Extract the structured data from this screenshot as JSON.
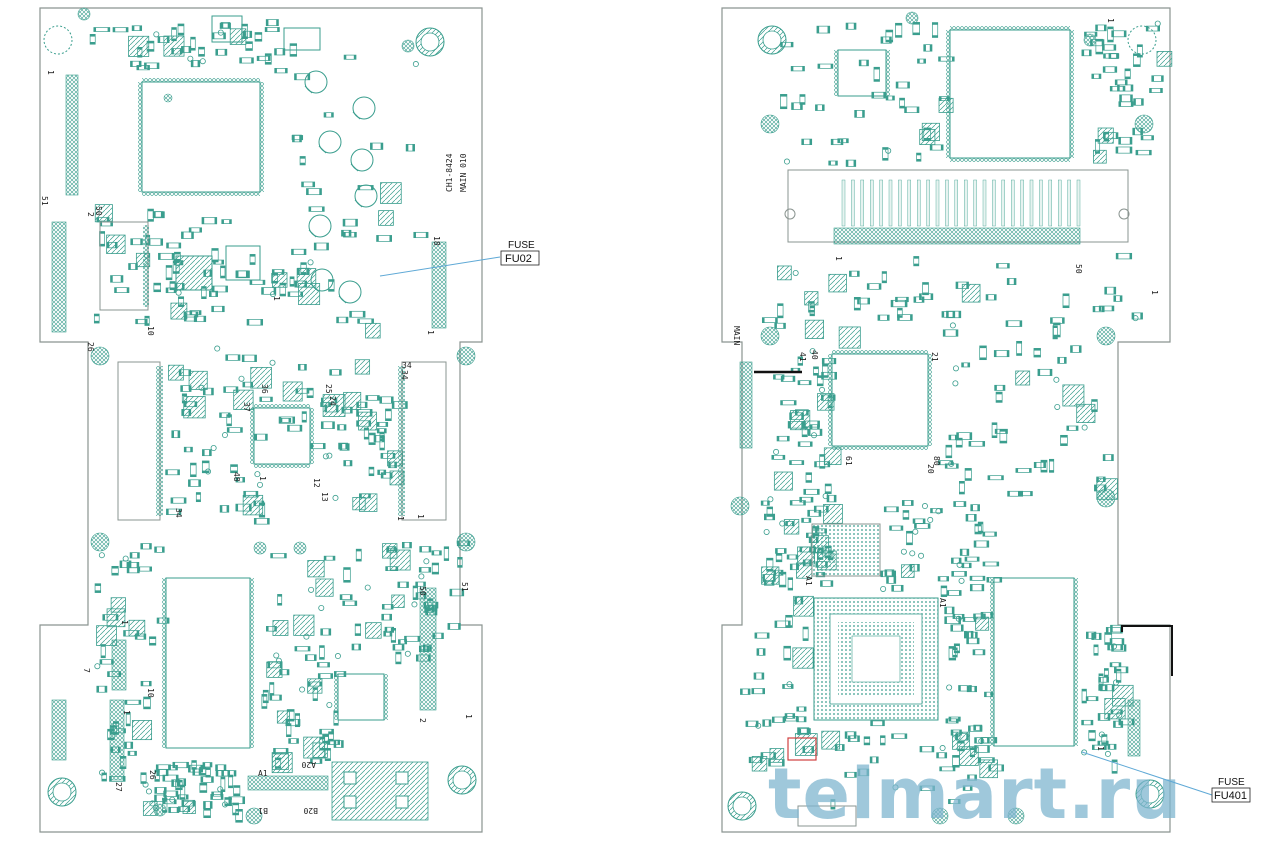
{
  "colors": {
    "outline": "#8a9490",
    "pad": "#3a9e8e",
    "pad_light": "#9bd3c8",
    "silk": "#222222",
    "callout_line": "#5fa9d6",
    "highlight": "#d04040",
    "watermark": "#7fb6cf"
  },
  "left_board": {
    "board_labels": [
      "CH1-8424",
      "MAIN 010"
    ],
    "callout": {
      "title": "FUSE",
      "ref": "FU02"
    },
    "pin_numbers": [
      "1",
      "50",
      "51",
      "2",
      "26",
      "10",
      "18",
      "1",
      "1",
      "34",
      "36",
      "37",
      "25",
      "24",
      "48",
      "1",
      "12",
      "13",
      "34",
      "1",
      "34",
      "1",
      "50",
      "51",
      "2",
      "1",
      "7",
      "10",
      "26",
      "27",
      "A1",
      "A20",
      "B1",
      "B20",
      "1",
      "1"
    ]
  },
  "right_board": {
    "board_label": "MAIN",
    "callout": {
      "title": "FUSE",
      "ref": "FU401"
    },
    "pin_numbers": [
      "1",
      "1",
      "50",
      "1",
      "40",
      "41",
      "21",
      "20",
      "80",
      "61",
      "A1",
      "A1",
      "1"
    ],
    "watermark": "telmart.ru"
  }
}
